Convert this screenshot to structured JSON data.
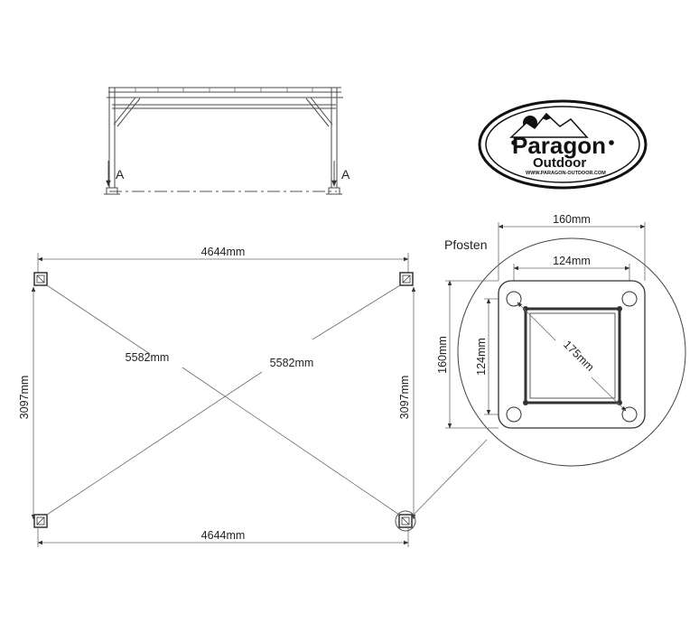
{
  "logo": {
    "brand": "Paragon",
    "sub": "Outdoor",
    "url": "WWW.PARAGON-OUTDOOR.COM"
  },
  "elevation": {
    "section_left": "A",
    "section_right": "A"
  },
  "plan": {
    "width_top": "4644mm",
    "width_bottom": "4644mm",
    "depth_left": "3097mm",
    "depth_right": "3097mm",
    "diagonal_1": "5582mm",
    "diagonal_2": "5582mm"
  },
  "detail": {
    "title": "Pfosten",
    "plate_width": "160mm",
    "hole_spacing_h": "124mm",
    "plate_height": "160mm",
    "hole_spacing_v": "124mm",
    "diagonal": "175mm"
  }
}
